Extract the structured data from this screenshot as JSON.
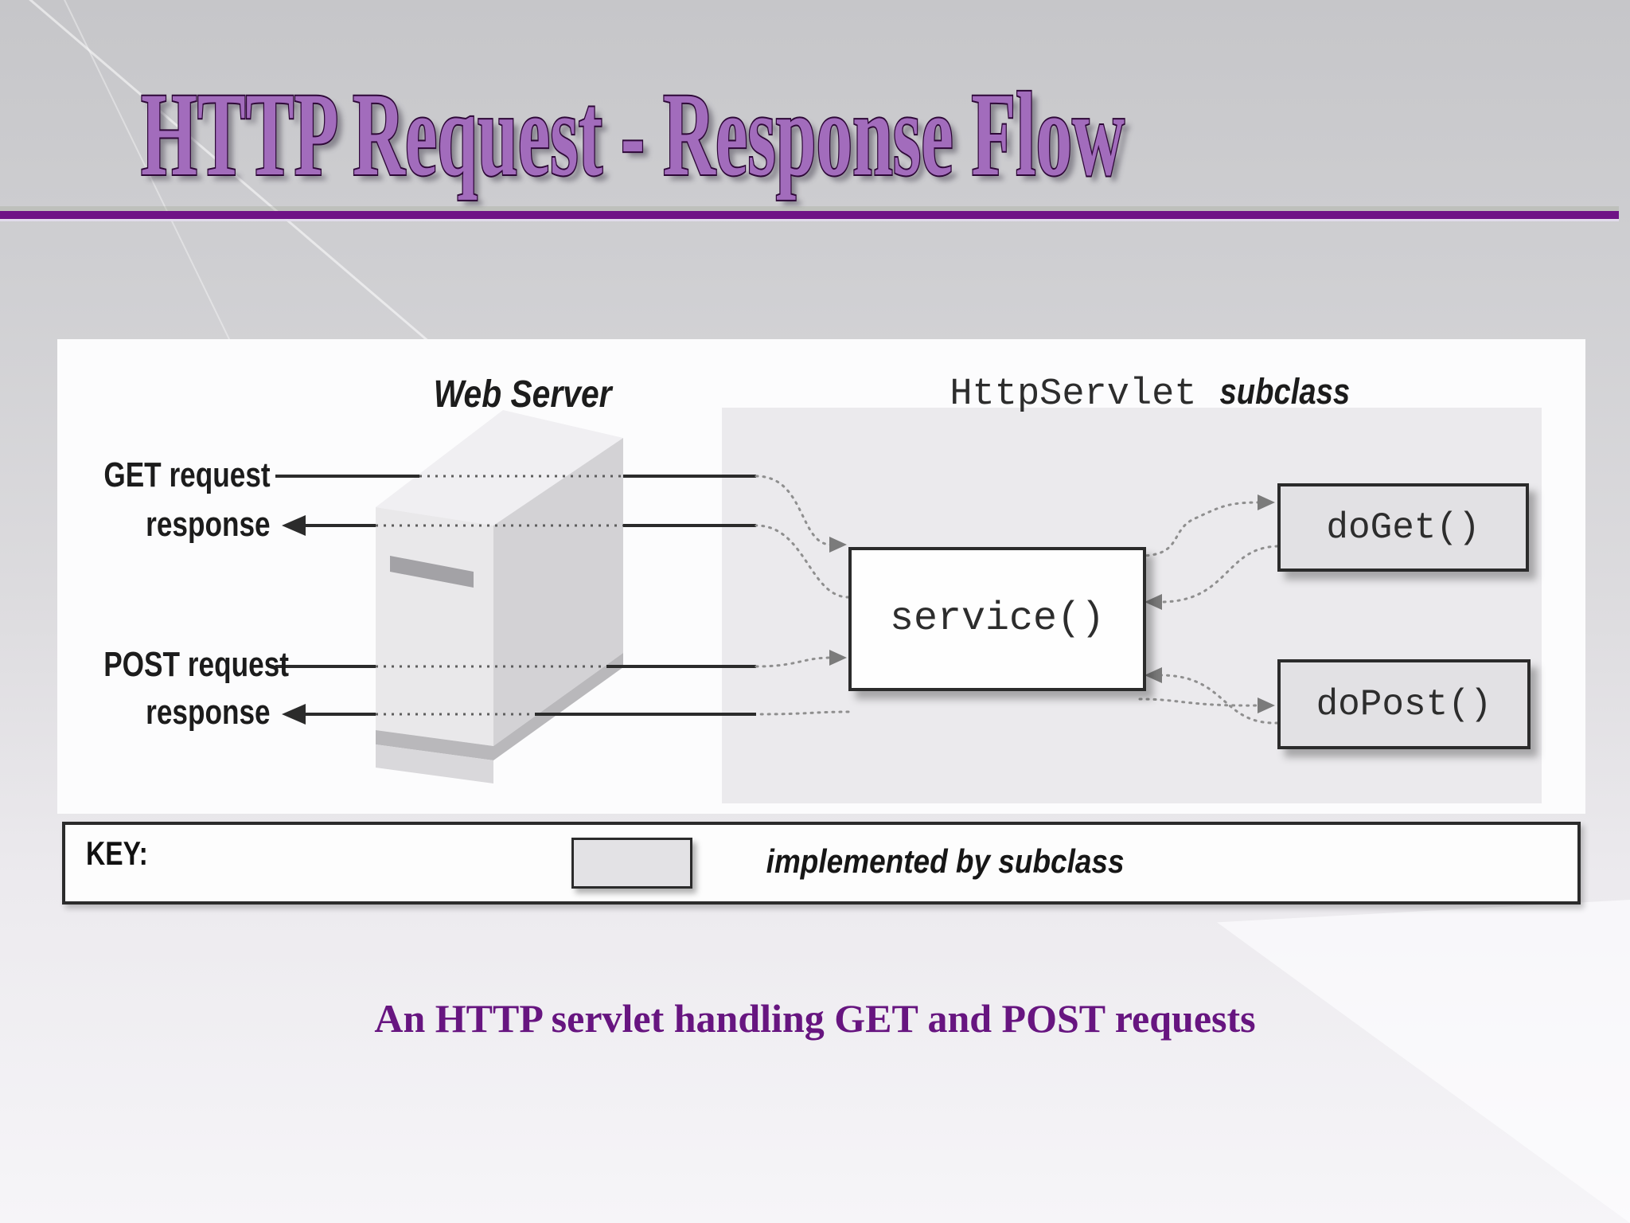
{
  "title": {
    "text": "HTTP Request - Response Flow"
  },
  "caption": {
    "text": "An HTTP servlet handling GET and POST requests"
  },
  "figure": {
    "headers": {
      "web_server": "Web Server",
      "servlet_class": "HttpServlet",
      "servlet_subclass": "subclass"
    },
    "flow_labels": {
      "get_request": "GET request",
      "get_response": "response",
      "post_request": "POST request",
      "post_response": "response"
    },
    "methods": {
      "service": "service()",
      "do_get": "doGet()",
      "do_post": "doPost()"
    },
    "key": {
      "title": "KEY:",
      "legend": "implemented by subclass"
    }
  },
  "colors": {
    "title_fill": "#a26cbc",
    "title_outline": "#2e0838",
    "divider": "#6f1386",
    "caption": "#671580",
    "method_box_fill": "#e2e1e4",
    "service_box_fill": "#fefefe",
    "panel_fill": "#ebeaed",
    "line": "#2b2b2b",
    "dashed_line": "#8f8f8f"
  }
}
